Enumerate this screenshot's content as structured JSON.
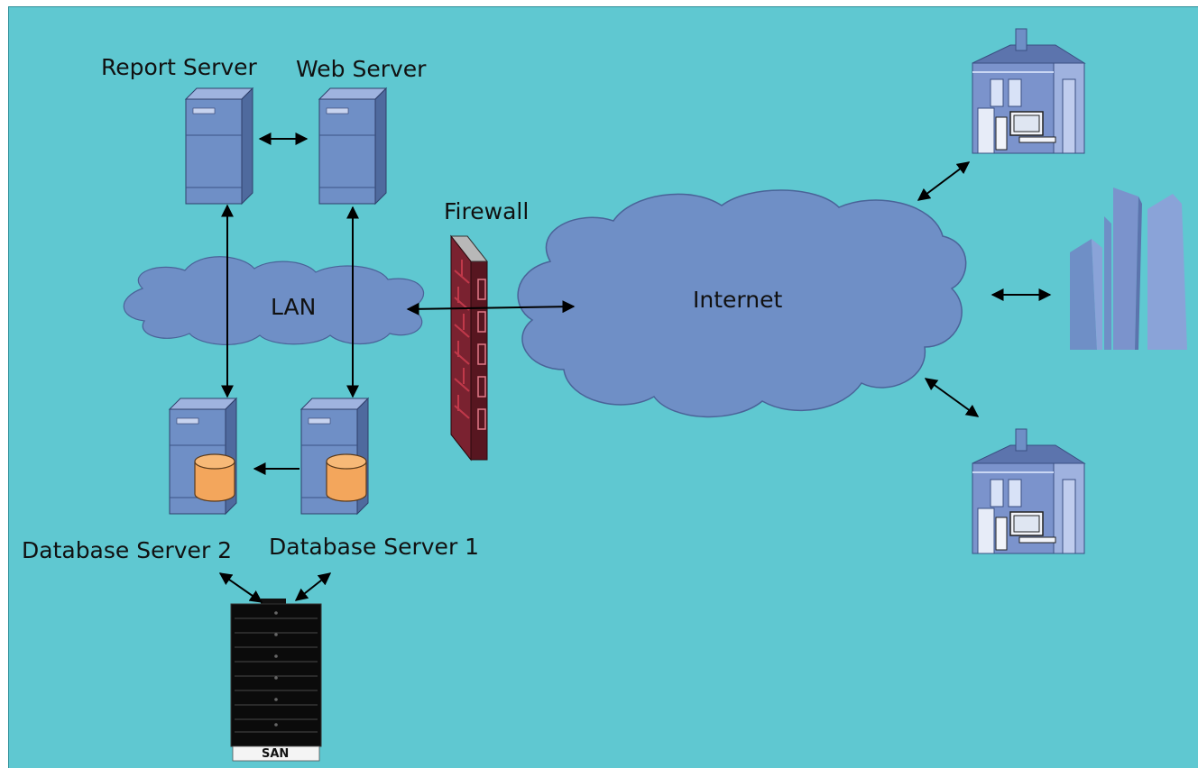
{
  "labels": {
    "report_server": "Report Server",
    "web_server": "Web Server",
    "firewall": "Firewall",
    "lan": "LAN",
    "internet": "Internet",
    "database_server_2": "Database Server 2",
    "database_server_1": "Database Server 1",
    "san": "SAN"
  },
  "colors": {
    "background": "#5fc8d1",
    "cloud": "#6f8fc6",
    "server_front": "#6f8fc6",
    "server_side": "#536ea3",
    "database_cylinder": "#f3a65c",
    "firewall_brick": "#6b1f2a",
    "san_body": "#0b0b0b",
    "building": "#7b93cc"
  },
  "icons": [
    "server-icon",
    "database-icon",
    "firewall-icon",
    "cloud-icon",
    "storage-rack-icon",
    "house-icon",
    "office-buildings-icon"
  ]
}
